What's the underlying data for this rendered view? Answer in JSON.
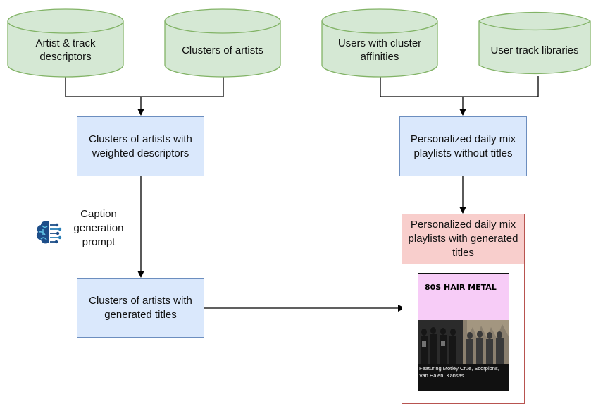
{
  "inputs": {
    "artist_track": "Artist & track descriptors",
    "clusters": "Clusters of artists",
    "users_affinity": "Users with cluster affinities",
    "user_libraries": "User track libraries"
  },
  "process": {
    "weighted": "Clusters of artists with weighted descriptors",
    "generated": "Clusters of artists with generated titles",
    "playlists_no_titles": "Personalized daily mix playlists without titles",
    "playlists_with_titles": "Personalized daily mix playlists with generated titles"
  },
  "prompt": {
    "line1": "Caption",
    "line2": "generation",
    "line3": "prompt",
    "icon": "ai-brain-icon"
  },
  "playlist_card": {
    "title": "80S HAIR METAL",
    "caption": "Featuring Mötley Crüe, Scorpions, Van Halen, Kansas"
  },
  "colors": {
    "cylinder_fill": "#d5e8d4",
    "cylinder_stroke": "#82b366",
    "box_fill": "#dae8fc",
    "box_stroke": "#6c8ebf",
    "red_fill": "#f8cecc",
    "red_stroke": "#b85450",
    "card_pink": "#f7ccf7"
  }
}
